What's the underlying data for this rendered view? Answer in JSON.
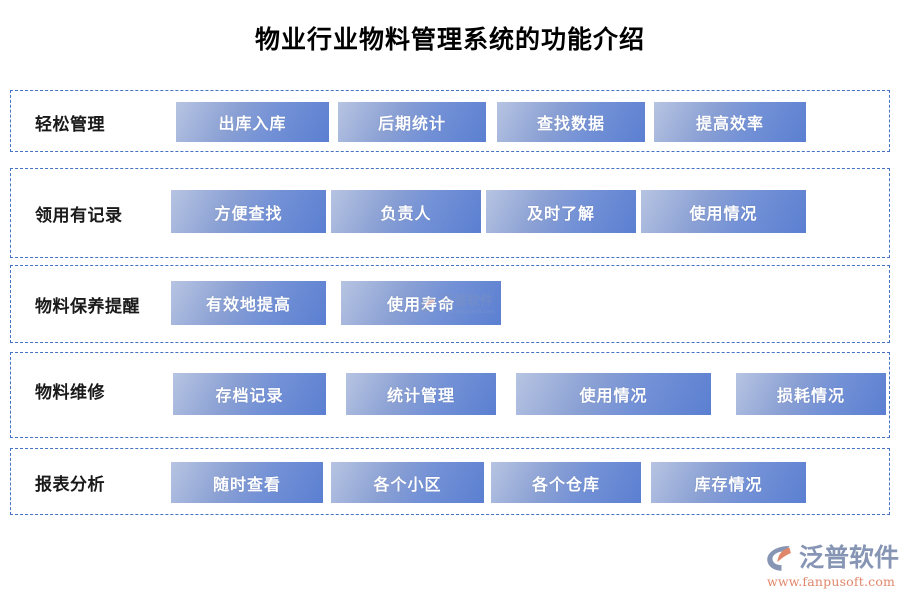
{
  "title": "物业行业物料管理系统的功能介绍",
  "colors": {
    "row_border": "#4472c4",
    "chip_gradient_start": "#b7c4e2",
    "chip_gradient_end": "#5b7fd1",
    "chip_text": "#ffffff",
    "title_text": "#000000",
    "logo_text": "#8795b5",
    "logo_url": "#e0866a",
    "logo_accent": "#e0866a",
    "background": "#ffffff"
  },
  "rows": [
    {
      "label": "轻松管理",
      "chips": [
        {
          "label": "出库入库"
        },
        {
          "label": "后期统计"
        },
        {
          "label": "查找数据"
        },
        {
          "label": "提高效率"
        }
      ]
    },
    {
      "label": "领用有记录",
      "chips": [
        {
          "label": "方便查找"
        },
        {
          "label": "负责人"
        },
        {
          "label": "及时了解"
        },
        {
          "label": "使用情况"
        }
      ]
    },
    {
      "label": "物料保养提醒",
      "chips": [
        {
          "label": "有效地提高"
        },
        {
          "label": "使用寿命"
        }
      ]
    },
    {
      "label": "物料维修",
      "chips": [
        {
          "label": "存档记录"
        },
        {
          "label": "统计管理"
        },
        {
          "label": "使用情况"
        },
        {
          "label": "损耗情况"
        }
      ]
    },
    {
      "label": "报表分析",
      "chips": [
        {
          "label": "随时查看"
        },
        {
          "label": "各个小区"
        },
        {
          "label": "各个仓库"
        },
        {
          "label": "库存情况"
        }
      ]
    }
  ],
  "watermark": {
    "name": "泛普软件",
    "url": "www.fanpusoft.com"
  },
  "logo": {
    "name": "泛普软件",
    "url": "www.fanpusoft.com"
  }
}
